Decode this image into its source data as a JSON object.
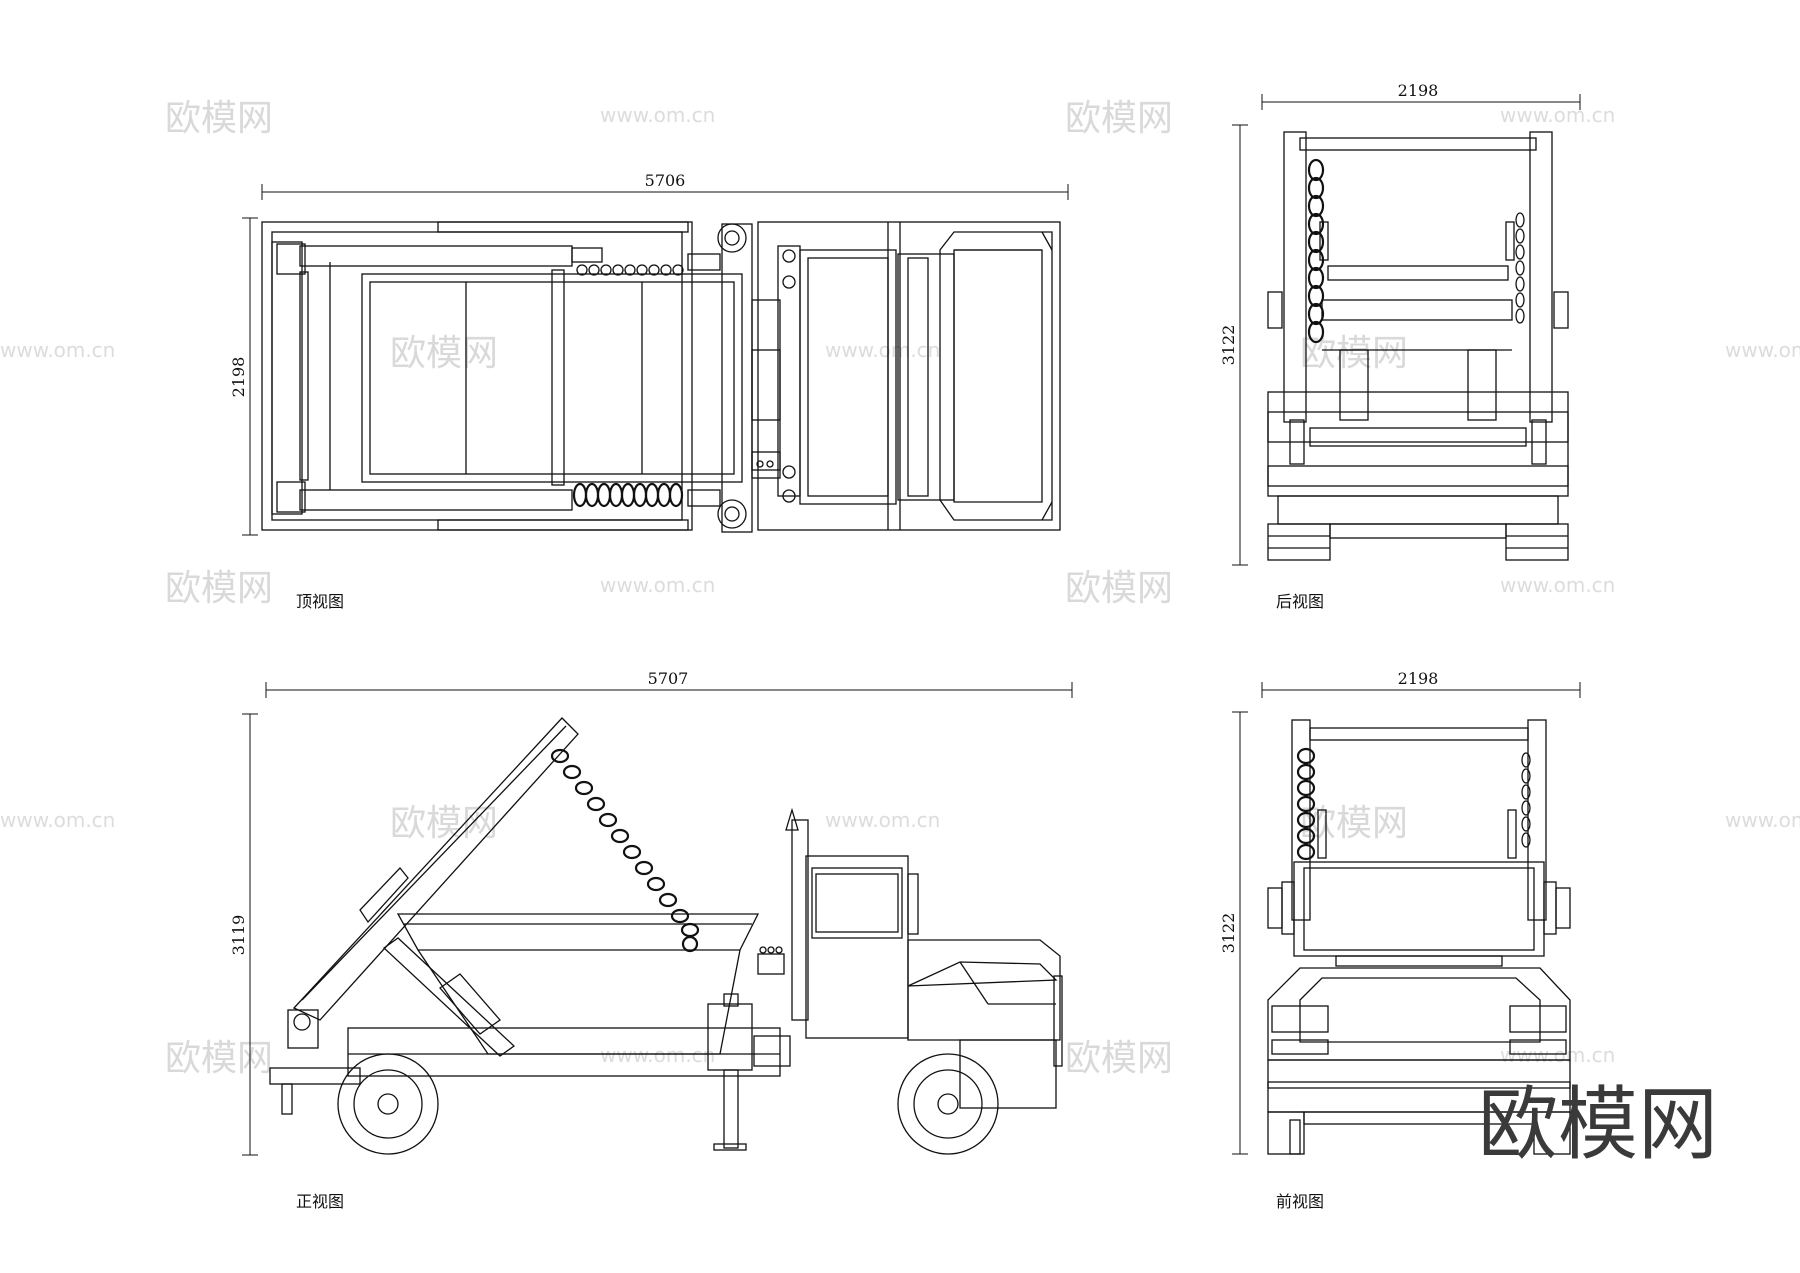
{
  "views": {
    "top": {
      "caption": "顶视图",
      "length_dim": "5706",
      "width_dim": "2198"
    },
    "rear": {
      "caption": "后视图",
      "width_dim": "2198",
      "height_dim": "3122"
    },
    "side": {
      "caption": "正视图",
      "length_dim": "5707",
      "height_dim": "3119"
    },
    "front": {
      "caption": "前视图",
      "width_dim": "2198",
      "height_dim": "3122"
    }
  },
  "watermark": {
    "text": "欧模网",
    "url": "www.om.cn"
  },
  "logo": {
    "text": "欧模网"
  }
}
